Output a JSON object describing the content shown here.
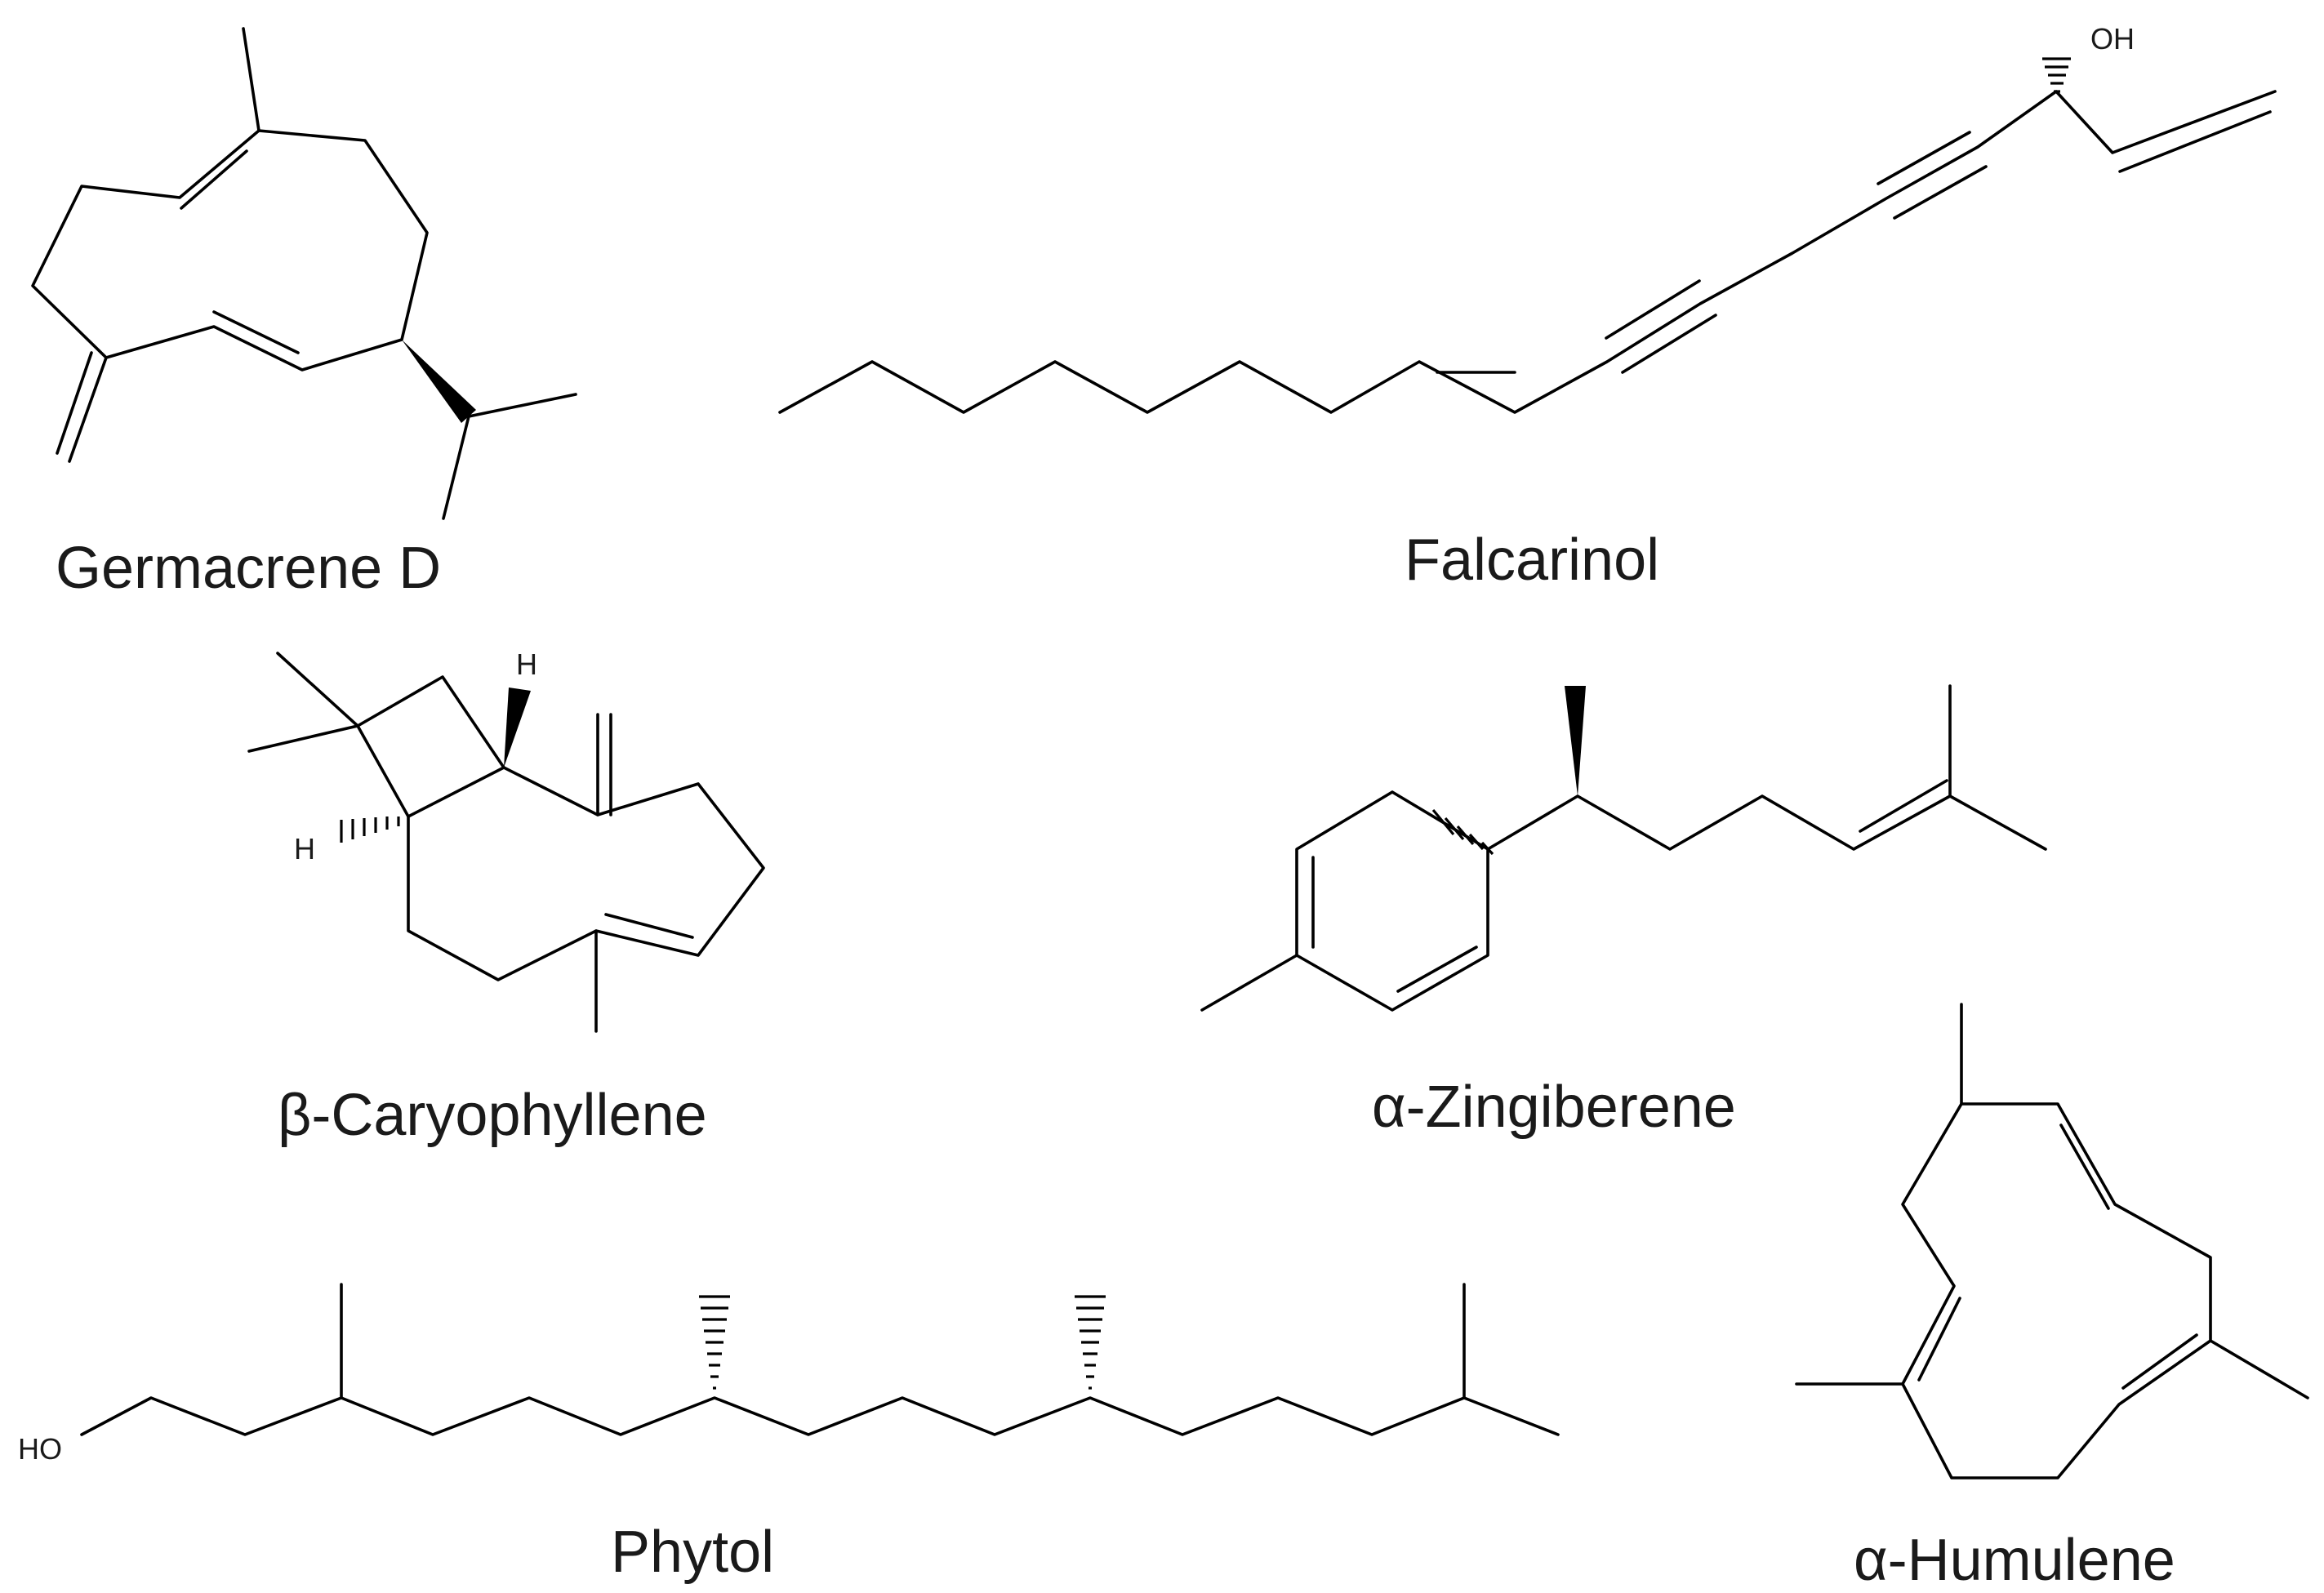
{
  "molecules": {
    "germacrene_d": {
      "name": "Germacrene D"
    },
    "falcarinol": {
      "name": "Falcarinol",
      "oh": "OH"
    },
    "caryophyllene": {
      "name": "β-Caryophyllene",
      "h1": "H",
      "h2": "H"
    },
    "zingiberene": {
      "name": "α-Zingiberene"
    },
    "phytol": {
      "name": "Phytol",
      "ho": "HO"
    },
    "humulene": {
      "name": "α-Humulene"
    }
  }
}
